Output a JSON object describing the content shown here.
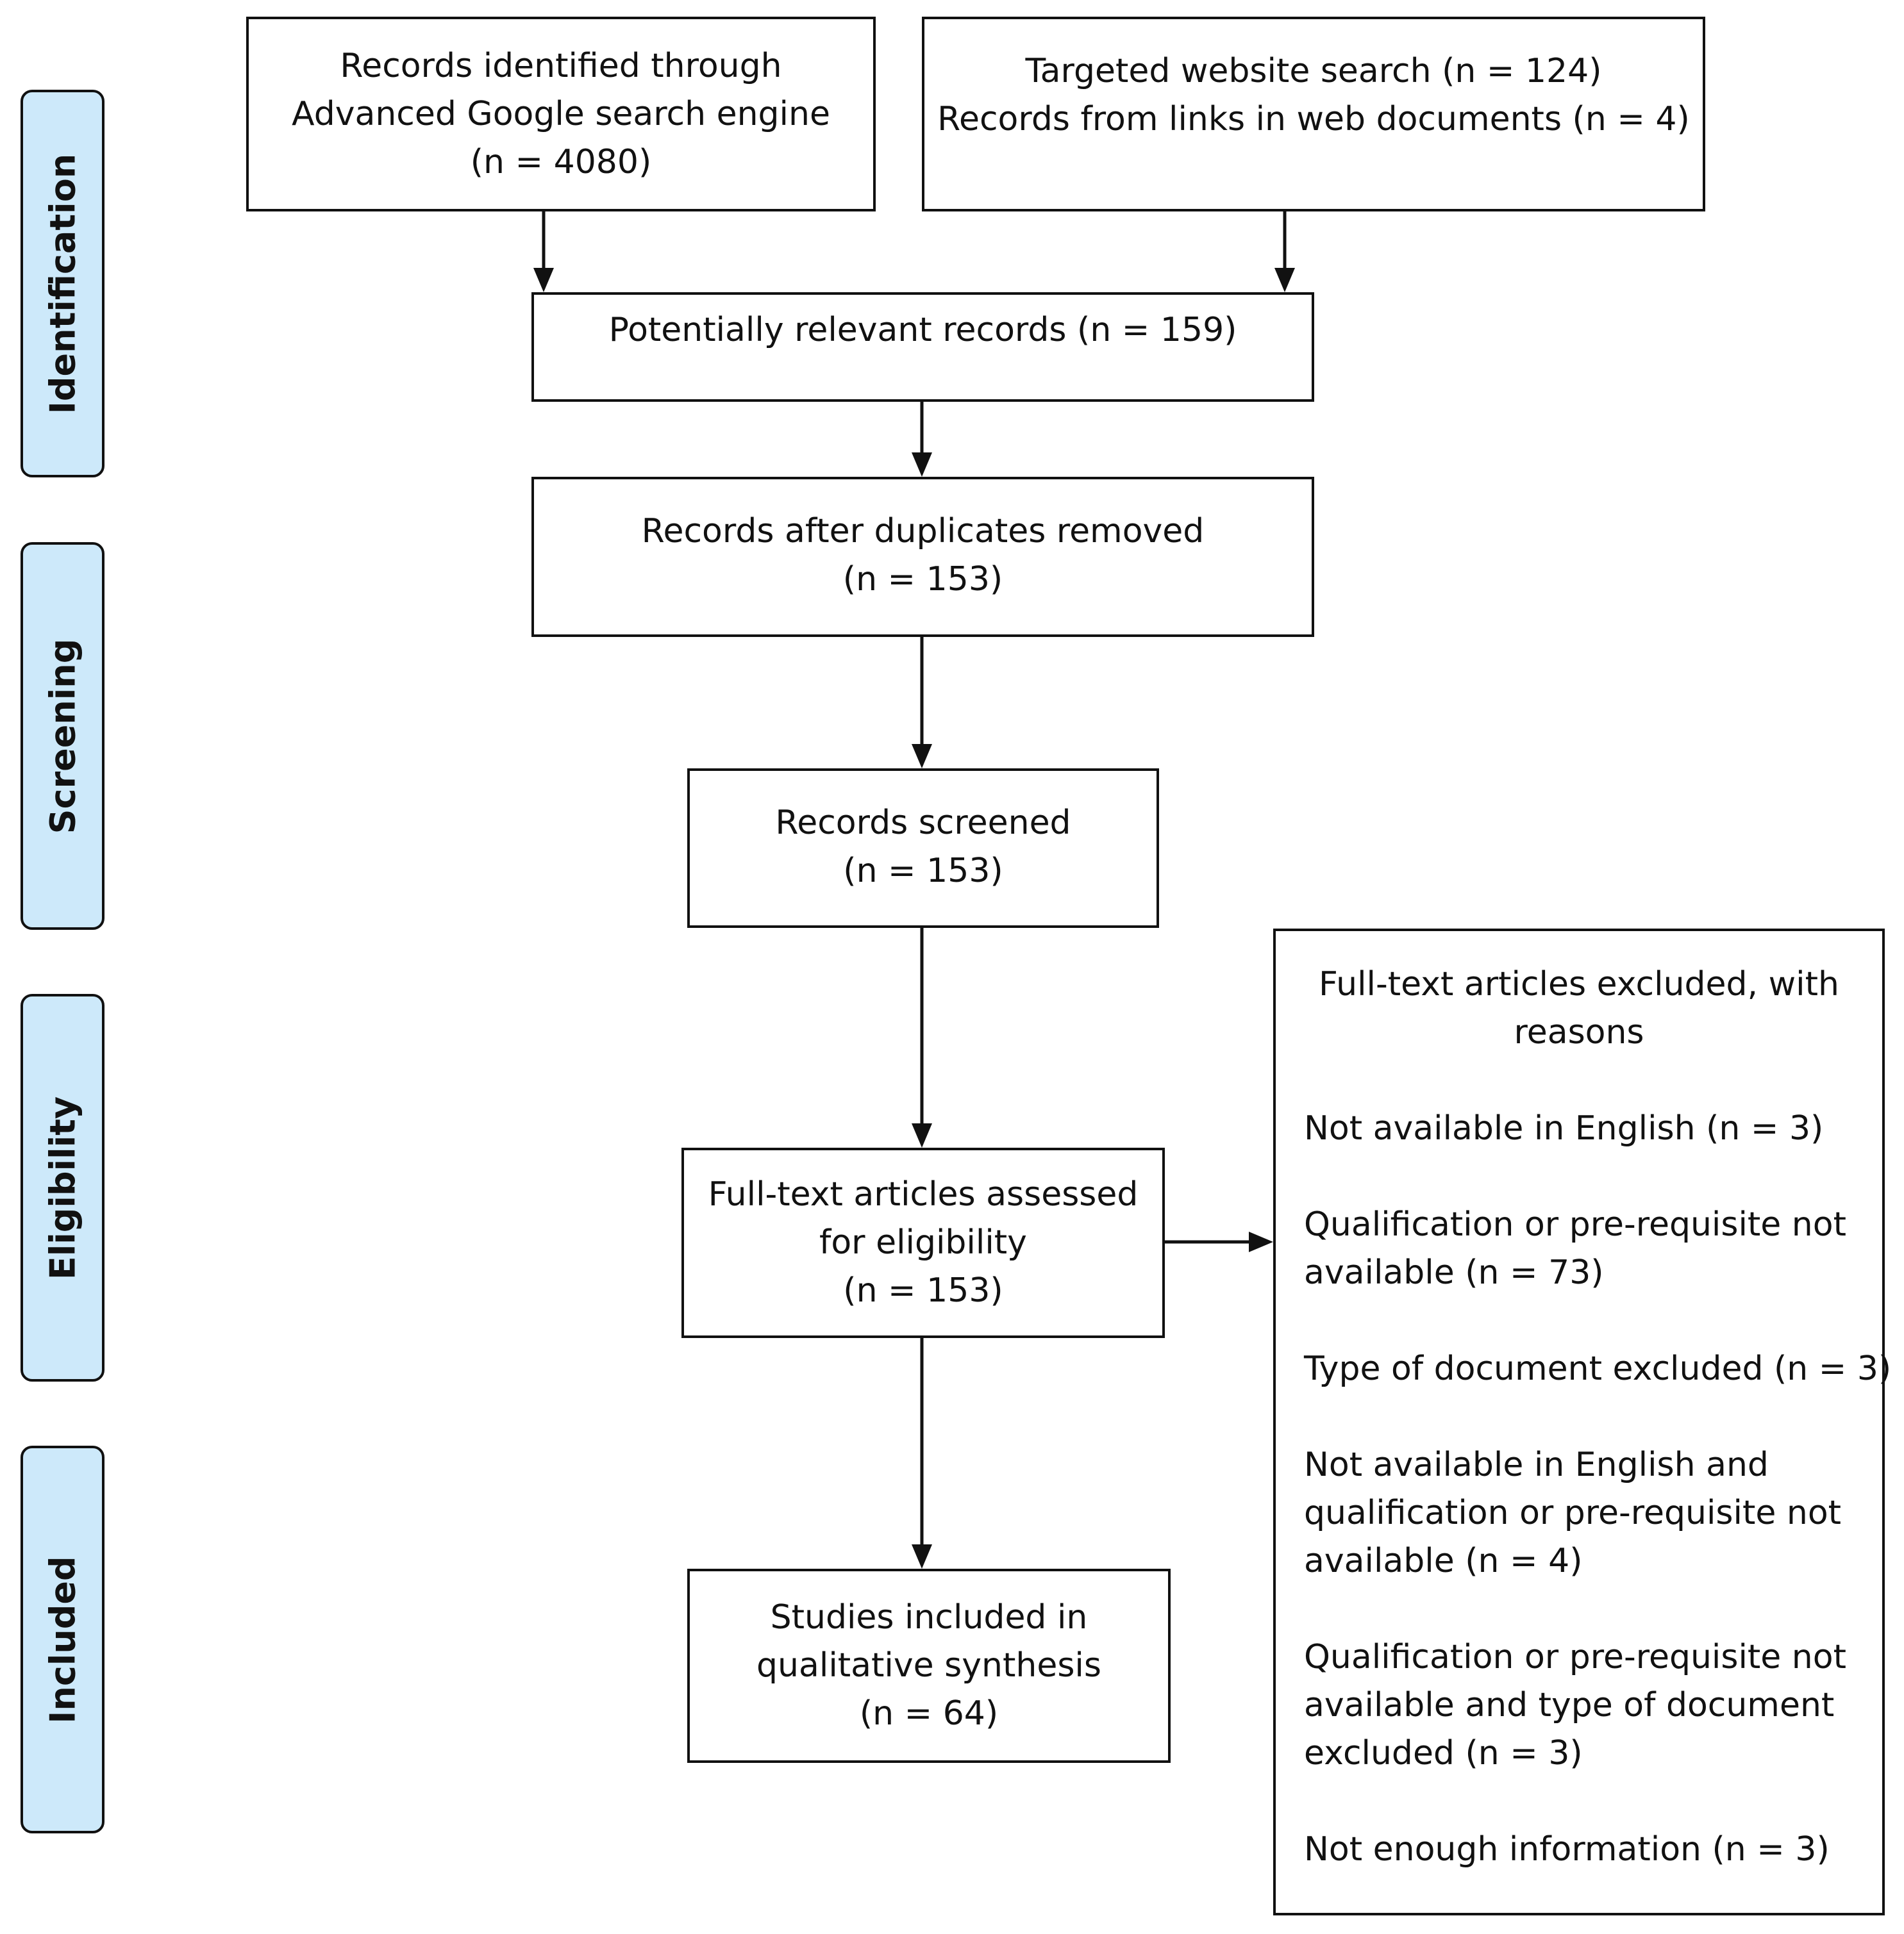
{
  "stages": [
    {
      "label": "Identification"
    },
    {
      "label": "Screening"
    },
    {
      "label": "Eligibility"
    },
    {
      "label": "Included"
    }
  ],
  "boxes": {
    "google_search": {
      "lines": [
        "Records identified through",
        "Advanced Google search engine",
        "(n = 4080)"
      ]
    },
    "website_search": {
      "lines": [
        "Targeted website search (n = 124)",
        "Records from links in web documents (n = 4)"
      ]
    },
    "potentially_relevant": {
      "lines": [
        "Potentially relevant records (n = 159)"
      ]
    },
    "duplicates_removed": {
      "lines": [
        "Records after duplicates removed",
        "(n = 153)"
      ]
    },
    "screened": {
      "lines": [
        "Records screened",
        "(n = 153)"
      ]
    },
    "full_text_assessed": {
      "lines": [
        "Full-text articles assessed",
        "for eligibility",
        "(n = 153)"
      ]
    },
    "included": {
      "lines": [
        "Studies included in",
        "qualitative synthesis",
        "(n = 64)"
      ]
    }
  },
  "exclusions": {
    "heading": [
      "Full-text articles excluded, with",
      "reasons"
    ],
    "reasons": [
      {
        "lines": [
          "Not available in English (n = 3)"
        ]
      },
      {
        "lines": [
          "Qualification or pre-requisite not",
          "available (n = 73)"
        ]
      },
      {
        "lines": [
          "Type of document excluded (n = 3)"
        ]
      },
      {
        "lines": [
          "Not available in English and",
          "qualification or pre-requisite not",
          "available (n = 4)"
        ]
      },
      {
        "lines": [
          "Qualification or pre-requisite not",
          "available and type of document",
          "excluded (n = 3)"
        ]
      },
      {
        "lines": [
          "Not enough information (n = 3)"
        ]
      }
    ]
  },
  "colors": {
    "stage_fill": "#cde9fa",
    "stroke": "#111111",
    "box_fill": "#ffffff"
  }
}
